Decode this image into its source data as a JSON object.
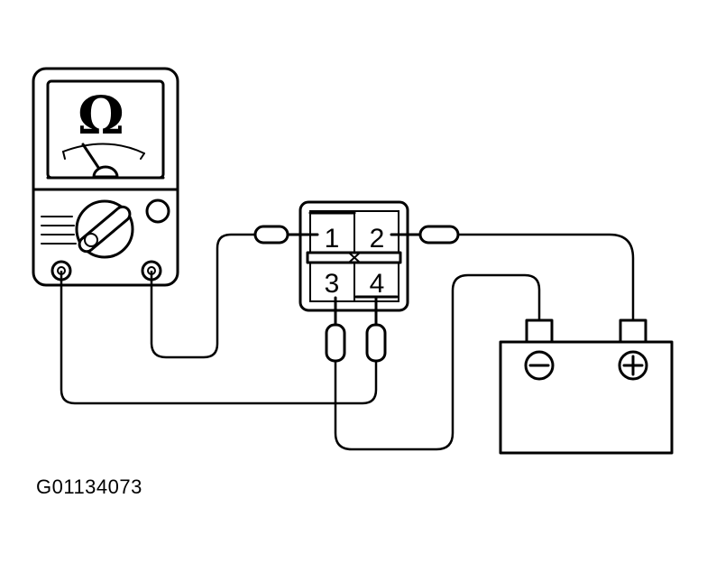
{
  "figure_id": "G01134073",
  "meter": {
    "unit_symbol": "Ω"
  },
  "relay": {
    "pins": [
      "1",
      "2",
      "3",
      "4"
    ]
  },
  "battery": {
    "negative_symbol": "⊖",
    "positive_symbol": "⊕"
  }
}
